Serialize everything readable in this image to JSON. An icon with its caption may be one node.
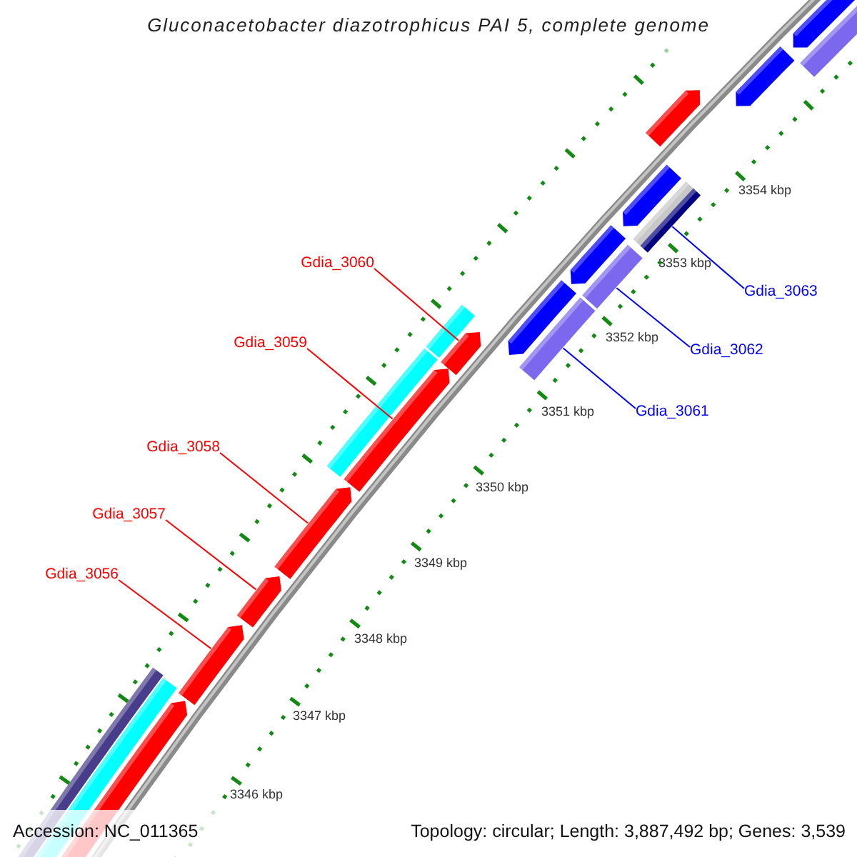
{
  "diagram": {
    "title": "Gluconacetobacter diazotrophicus PAI 5, complete genome",
    "nodes": [
      {
        "text": [
          "Gdia_3060"
        ]
      },
      {
        "text": [
          "Gdia_3063"
        ]
      },
      {
        "text": [
          "Gdia_3059"
        ]
      },
      {
        "text": [
          "Gdia_3062"
        ]
      },
      {
        "text": [
          "Gdia_3061"
        ]
      },
      {
        "text": [
          "Gdia_3058"
        ]
      },
      {
        "text": [
          "Gdia_3057"
        ]
      },
      {
        "text": [
          "Gdia_3056"
        ]
      },
      {
        "text": [],
        "shape": "arrow"
      },
      {
        "text": [],
        "shape": "arrow"
      },
      {
        "text": [],
        "shape": "arrow"
      },
      {
        "text": [],
        "shape": "arrow"
      },
      {
        "text": [],
        "shape": "arrow"
      },
      {
        "text": [],
        "shape": "bar"
      },
      {
        "text": [],
        "shape": "bar"
      },
      {
        "text": [],
        "shape": "bar"
      }
    ],
    "edges": [
      {
        "from": 0,
        "to": 12,
        "arrow": "none"
      },
      {
        "from": 1,
        "to": 15,
        "arrow": "none",
        "color": "#0000ff"
      },
      {
        "from": 2,
        "to": 11,
        "arrow": "none"
      },
      {
        "from": 3,
        "to": 14,
        "arrow": "none",
        "color": "#0000ff"
      },
      {
        "from": 4,
        "to": 13,
        "arrow": "none",
        "color": "#0000ff"
      },
      {
        "from": 5,
        "to": 10,
        "arrow": "none"
      },
      {
        "from": 6,
        "to": 9,
        "arrow": "none"
      },
      {
        "from": 7,
        "to": 8,
        "arrow": "none"
      }
    ],
    "labels": [
      "3354 kbp",
      "3353 kbp",
      "3352 kbp",
      "3351 kbp",
      "3350 kbp",
      "3349 kbp",
      "3348 kbp",
      "3347 kbp",
      "3346 kbp",
      "Accession: NC_011365",
      "Topology: circular; Length: 3,887,492 bp; Genes: 3,539"
    ]
  }
}
